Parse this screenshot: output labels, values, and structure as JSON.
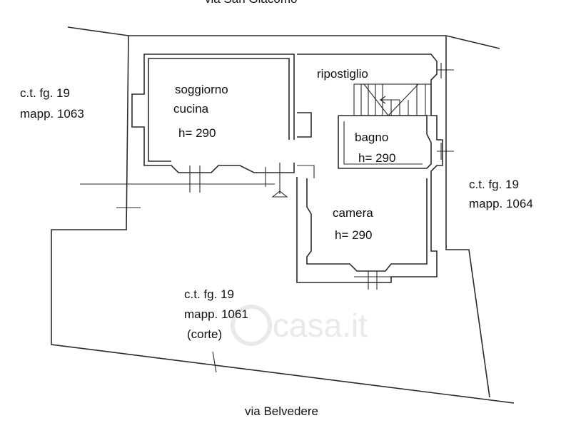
{
  "streets": {
    "top": "via San Giacomo",
    "bottom": "via Belvedere"
  },
  "parcels": {
    "left": {
      "line1": "c.t. fg. 19",
      "line2": "mapp. 1063"
    },
    "right": {
      "line1": "c.t. fg. 19",
      "line2": "mapp. 1064"
    },
    "bottom": {
      "line1": "c.t. fg. 19",
      "line2": "mapp. 1061",
      "line3": "(corte)"
    }
  },
  "rooms": {
    "living": {
      "name1": "soggiorno",
      "name2": "cucina",
      "height": "h= 290"
    },
    "storage": {
      "name": "ripostiglio"
    },
    "bath": {
      "name": "bagno",
      "height": "h= 290"
    },
    "bedroom": {
      "name": "camera",
      "height": "h= 290"
    }
  },
  "watermark": "casa.it"
}
